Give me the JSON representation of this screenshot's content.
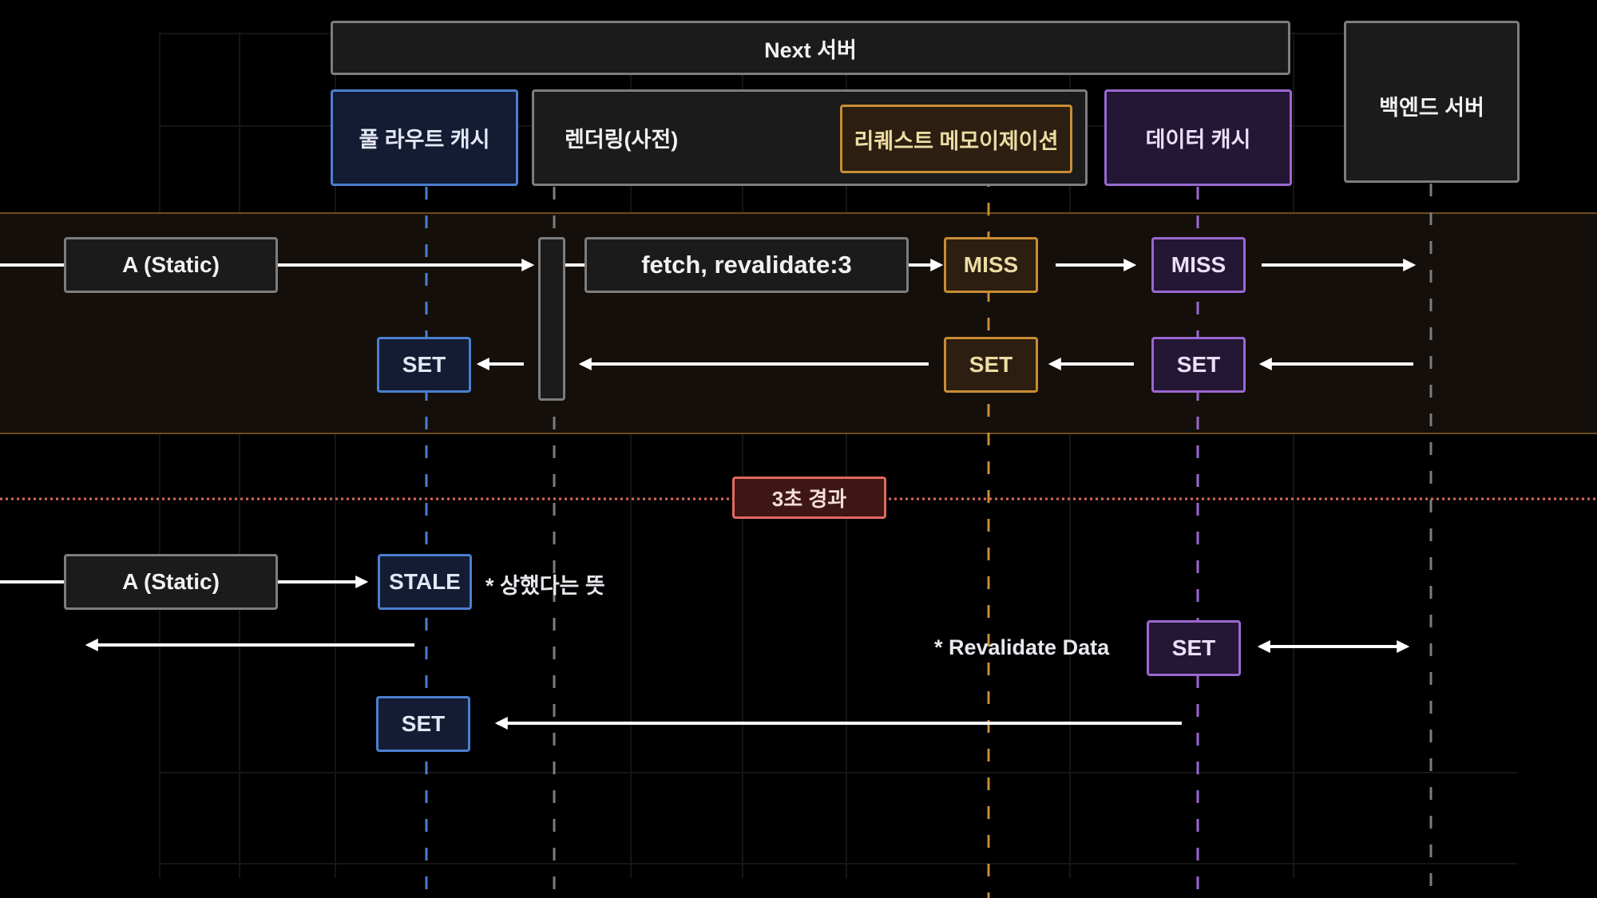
{
  "colors": {
    "full_route_cache": "#4b7fcf",
    "rendering": "#7d7d7d",
    "request_memoization": "#c88d34",
    "data_cache": "#9a68d0",
    "backend": "#7d7d7d",
    "time_marker": "#e06a60",
    "arrow": "#ffffff"
  },
  "header": {
    "next_server": "Next 서버",
    "full_route_cache": "풀 라우트 캐시",
    "rendering": "렌더링(사전)",
    "request_memoization": "리퀘스트 메모이제이션",
    "data_cache": "데이터 캐시",
    "backend_server": "백엔드 서버"
  },
  "phase1": {
    "request": "A (Static)",
    "fetch": "fetch, revalidate:3",
    "memo_miss": "MISS",
    "data_miss": "MISS",
    "route_set": "SET",
    "memo_set": "SET",
    "data_set": "SET"
  },
  "time_marker": "3초 경과",
  "phase2": {
    "request": "A (Static)",
    "stale": "STALE",
    "stale_note": "* 상했다는 뜻",
    "revalidate_note": "* Revalidate Data",
    "data_set": "SET",
    "route_set": "SET"
  }
}
